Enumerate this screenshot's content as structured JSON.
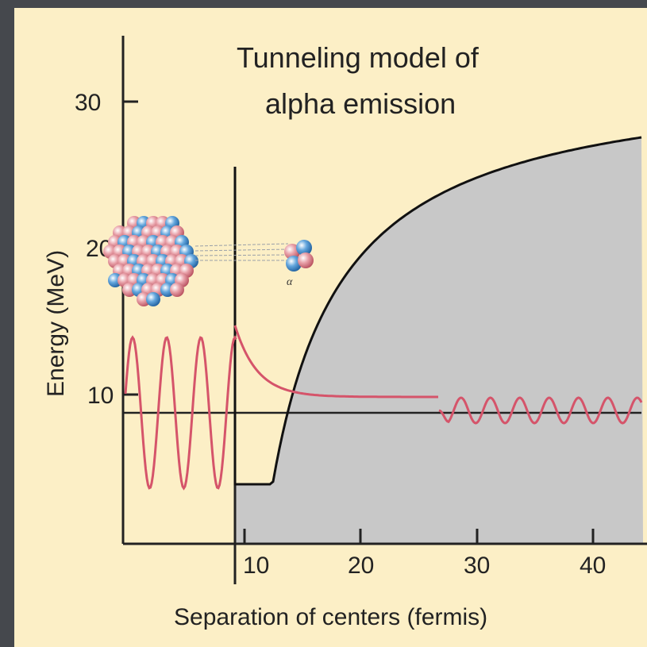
{
  "title_line1": "Tunneling model of",
  "title_line2": "alpha emission",
  "xlabel": "Separation of centers (fermis)",
  "ylabel": "Energy (MeV)",
  "x_ticks": [
    "10",
    "20",
    "30",
    "40"
  ],
  "y_ticks": [
    "10",
    "20",
    "30"
  ],
  "alpha_label": "α",
  "colors": {
    "background": "#fcefc6",
    "barrier_fill": "#c8c8c8",
    "wave": "#d5546a",
    "nucleus_blue": "#3d86c8",
    "nucleus_red": "#d9707a"
  }
}
